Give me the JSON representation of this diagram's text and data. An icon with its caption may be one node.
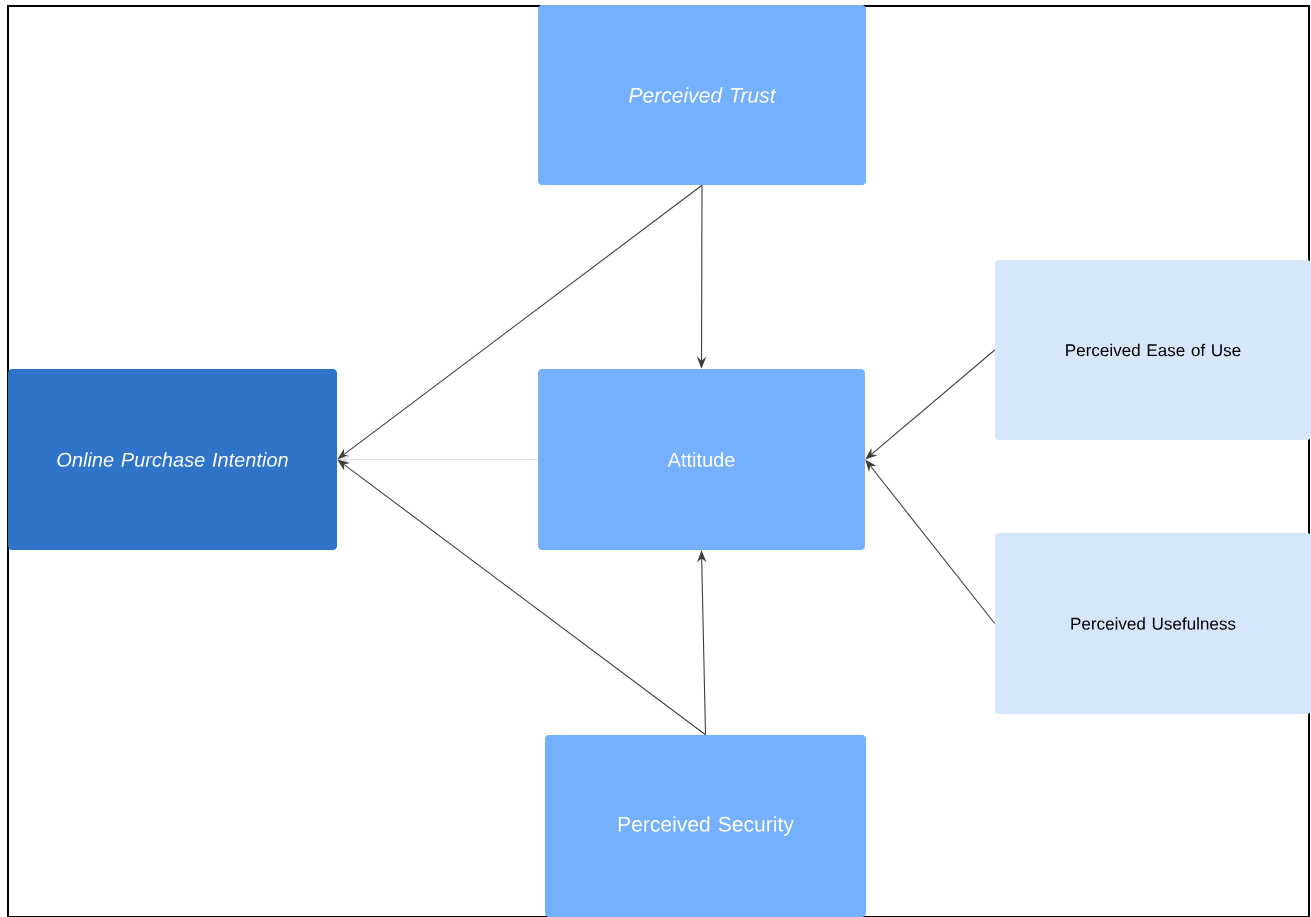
{
  "diagram": {
    "nodes": [
      {
        "text": [
          "Perceived  Trust"
        ]
      },
      {
        "text": [
          "Perceived  Ease of Use"
        ]
      },
      {
        "text": [
          "Online Purchase Intention"
        ]
      },
      {
        "text": [
          "Attitude"
        ]
      },
      {
        "text": [
          "Perceived  Usefulness"
        ]
      },
      {
        "text": [
          "Perceived  Security"
        ]
      }
    ],
    "edges": [
      {
        "from": 0,
        "to": 2,
        "arrow": "to"
      },
      {
        "from": 0,
        "to": 3,
        "arrow": "to"
      },
      {
        "from": 3,
        "to": 2,
        "arrow": "to",
        "color": "#e0e0e0"
      },
      {
        "from": 5,
        "to": 2,
        "arrow": "to"
      },
      {
        "from": 5,
        "to": 3,
        "arrow": "to"
      },
      {
        "from": 1,
        "to": 3,
        "arrow": "to"
      },
      {
        "from": 4,
        "to": 3,
        "arrow": "to"
      }
    ]
  }
}
